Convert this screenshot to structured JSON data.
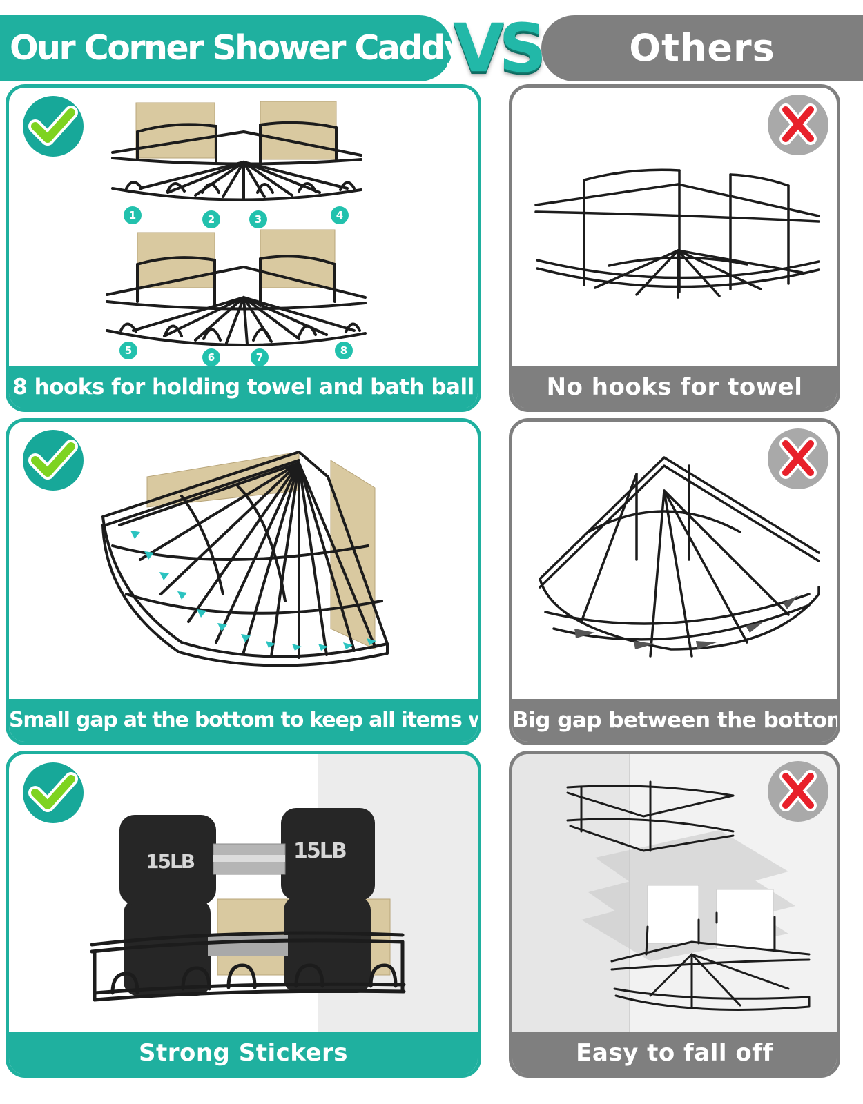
{
  "header": {
    "left_title": "Our Corner Shower Caddy",
    "vs": "VS",
    "right_title": "Others"
  },
  "rows": [
    {
      "ours_caption": "8 hooks for holding towel and bath ball",
      "others_caption": "No hooks for towel",
      "hook_numbers": [
        "1",
        "2",
        "3",
        "4",
        "5",
        "6",
        "7",
        "8"
      ]
    },
    {
      "ours_caption": "Small gap at the bottom to keep all items well",
      "others_caption": "Big gap between the bottom"
    },
    {
      "ours_caption": "Strong Stickers",
      "others_caption": "Easy to fall off",
      "dumbbell_label": "15LB"
    }
  ],
  "icons": {
    "ours": "check-icon",
    "others": "cross-icon"
  },
  "colors": {
    "teal": "#1fb09f",
    "gray": "#7f7f7f",
    "check_green": "#7ed321",
    "cross_red": "#e8202a"
  }
}
